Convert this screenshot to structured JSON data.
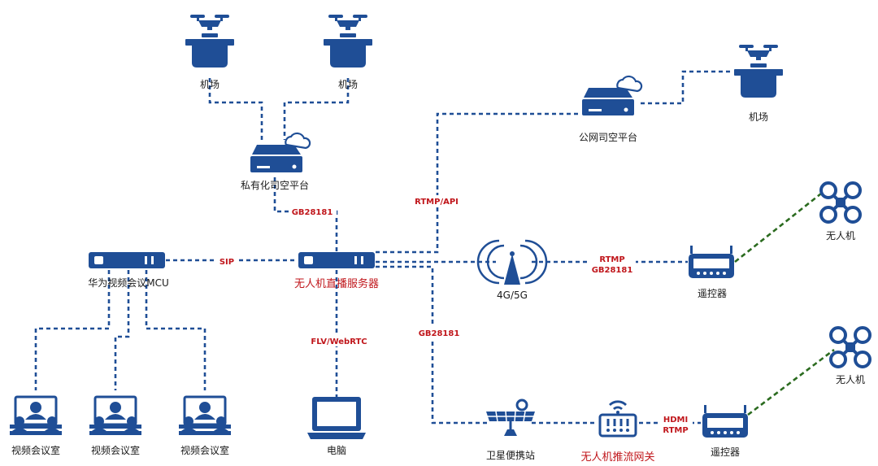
{
  "colors": {
    "primary": "#1f4e96",
    "accent_red": "#c0161b",
    "wireless": "#2b6b1f"
  },
  "nodes": {
    "airport_1": "机场",
    "airport_2": "机场",
    "airport_3": "机场",
    "private_platform": "私有化司空平台",
    "public_platform": "公网司空平台",
    "mcu": "华为视频会议MCU",
    "server": "无人机直播服务器",
    "cellular": "4G/5G",
    "remote_1": "遥控器",
    "remote_2": "遥控器",
    "drone_1": "无人机",
    "drone_2": "无人机",
    "room_1": "视频会议室",
    "room_2": "视频会议室",
    "room_3": "视频会议室",
    "computer": "电脑",
    "satellite": "卫星便携站",
    "gateway": "无人机推流网关"
  },
  "links": {
    "gb_top": "GB28181",
    "rtmp_api": "RTMP/API",
    "sip": "SIP",
    "rtmp_1": "RTMP",
    "gb_right": "GB28181",
    "flv": "FLV/WebRTC",
    "gb_mid": "GB28181",
    "hdmi": "HDMI",
    "rtmp_2": "RTMP"
  },
  "icons": [
    "drone-dock-icon",
    "cloud-server-icon",
    "network-box-icon",
    "antenna-icon",
    "remote-controller-icon",
    "drone-icon",
    "conference-room-icon",
    "laptop-icon",
    "satellite-dish-icon",
    "router-icon"
  ]
}
